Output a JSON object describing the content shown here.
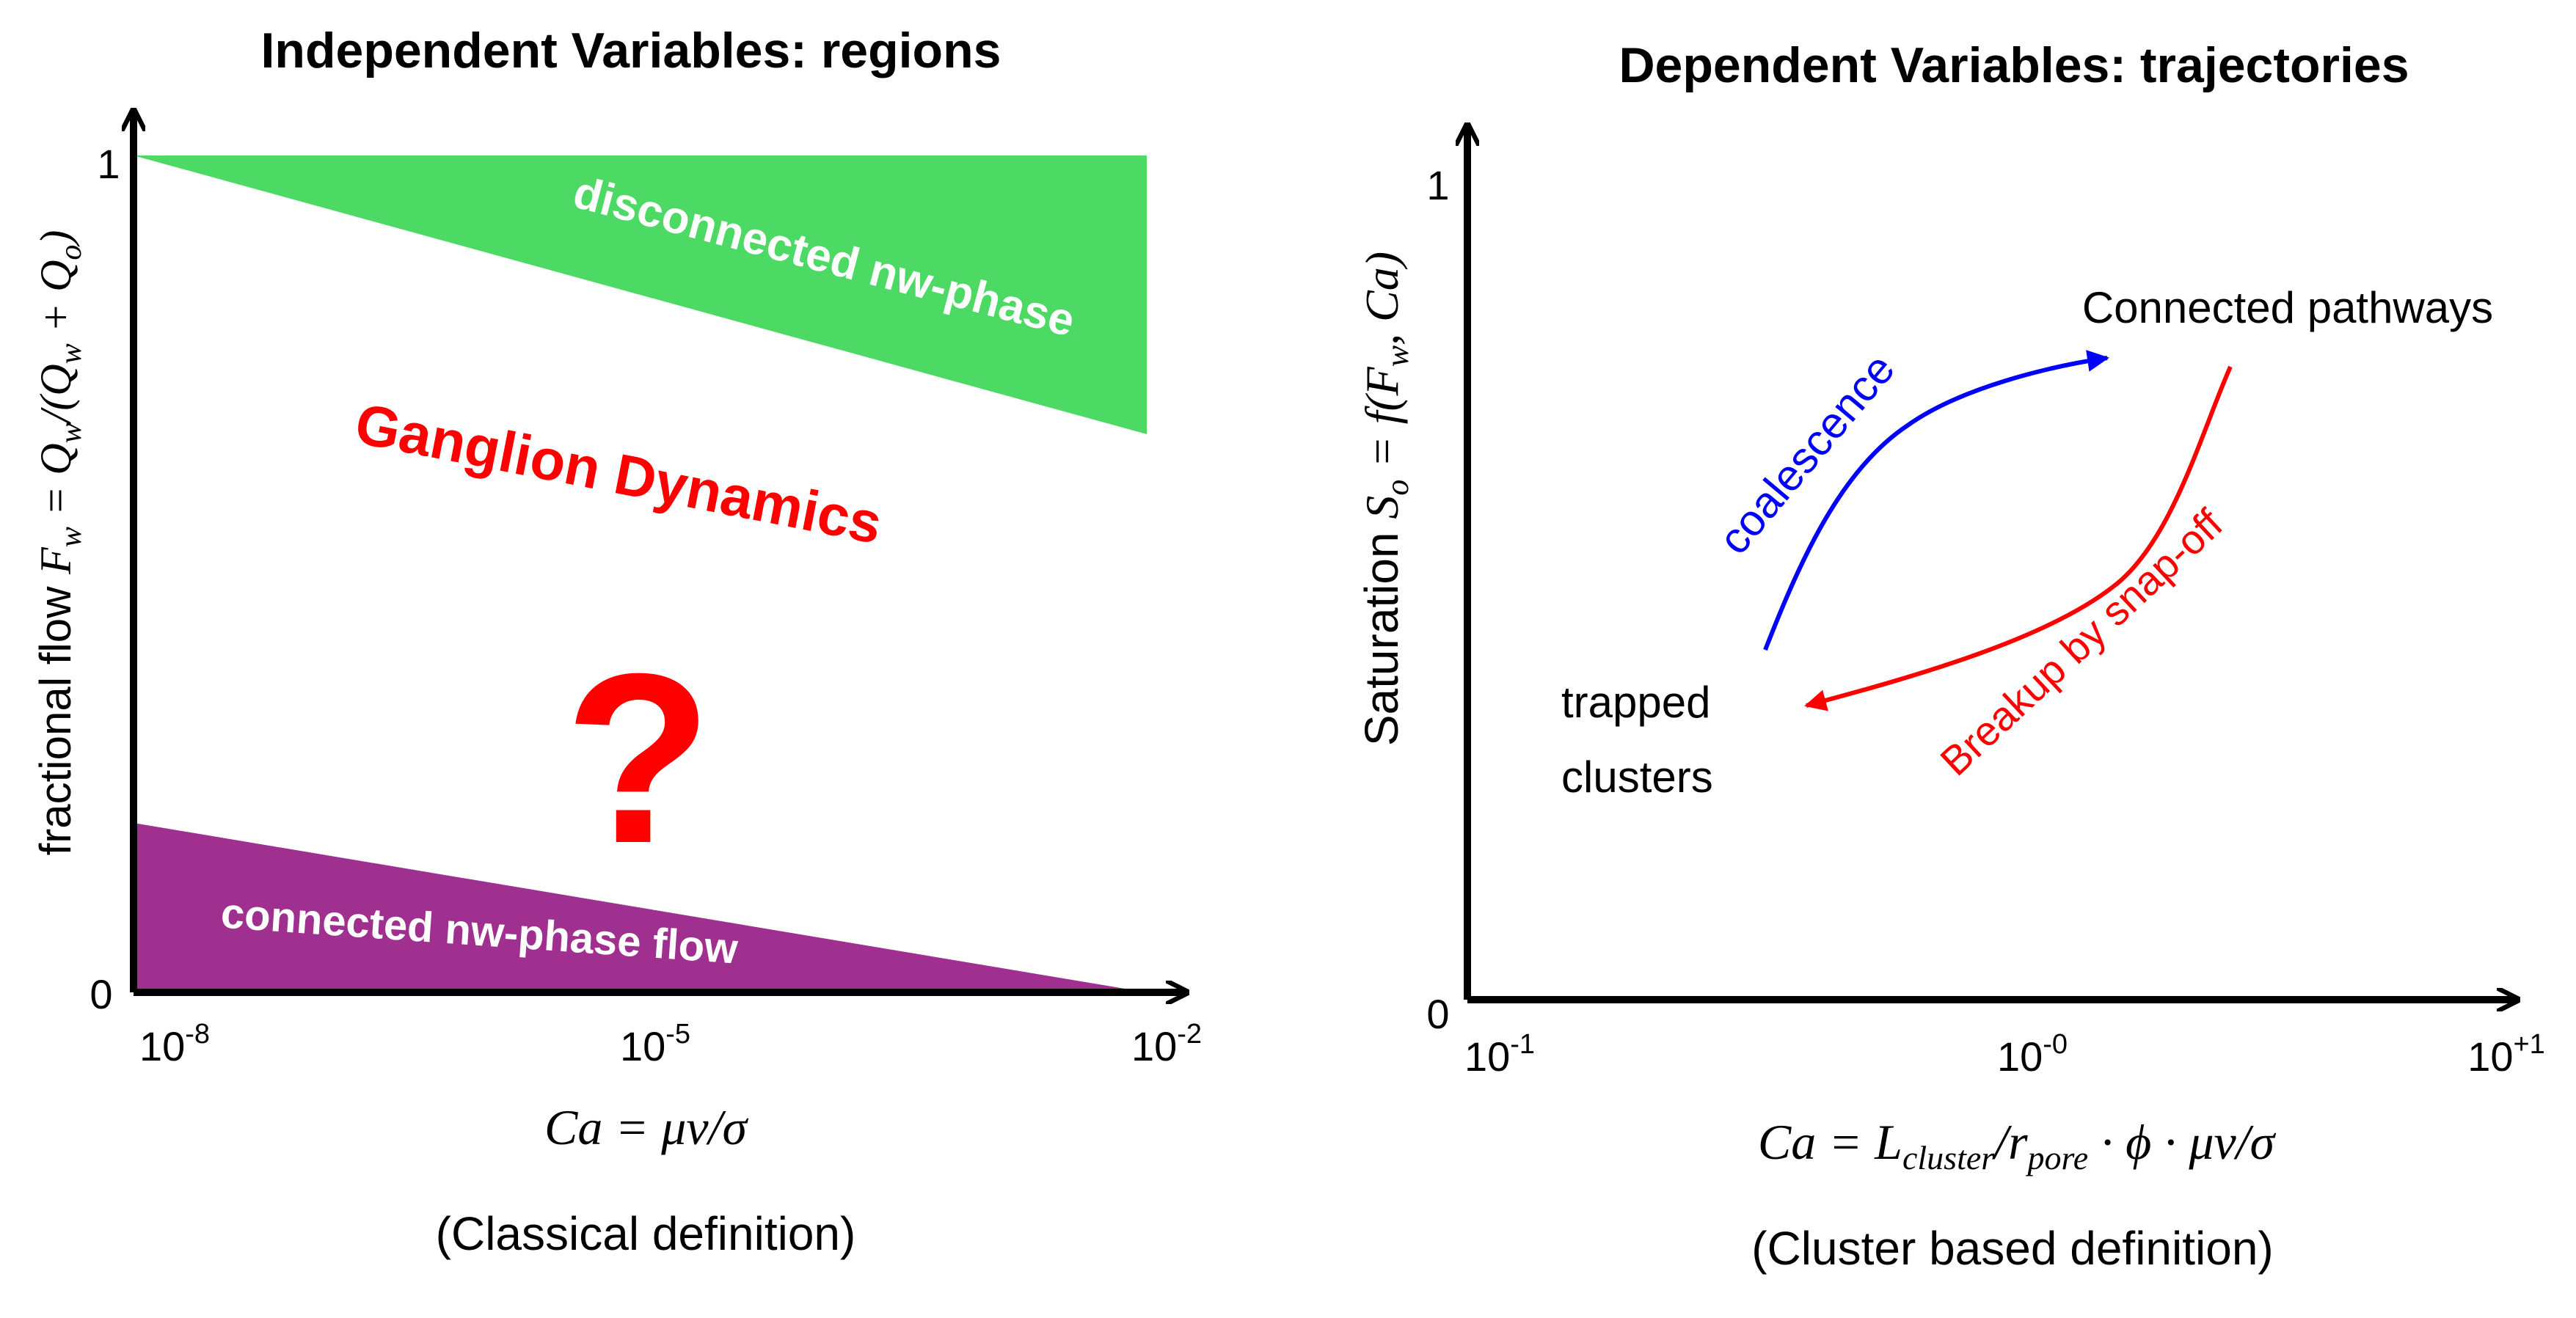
{
  "left": {
    "title": "Independent Variables: regions",
    "y_axis": {
      "prefix": "fractional flow ",
      "F": "F",
      "w": "w",
      "eq": " = Q",
      "slash": "/(Q",
      "plus": " + Q",
      "o": "o",
      "close": ")",
      "tick_top": "1",
      "tick_bottom": "0"
    },
    "x_ticks": [
      {
        "base": "10",
        "exp": "-8"
      },
      {
        "base": "10",
        "exp": "-5"
      },
      {
        "base": "10",
        "exp": "-2"
      }
    ],
    "x_axis_formula": {
      "ca": "Ca",
      "rest": " = μv/σ"
    },
    "definition": "(Classical definition)",
    "region_top_label": "disconnected nw-phase",
    "region_bottom_label": "connected nw-phase flow",
    "middle_label": "Ganglion Dynamics",
    "question": "?",
    "colors": {
      "green": "#4cd964",
      "purple": "#a0308f",
      "red": "#ff0000"
    }
  },
  "right": {
    "title": "Dependent Variables: trajectories",
    "y_axis": {
      "prefix": "Saturation ",
      "S": "S",
      "o": "o",
      "eq": " = f(F",
      "w": "w",
      "rest": ", Ca)",
      "tick_top": "1",
      "tick_bottom": "0"
    },
    "x_ticks": [
      {
        "base": "10",
        "exp": "-1"
      },
      {
        "base": "10",
        "exp": "-0"
      },
      {
        "base": "10",
        "exp": "+1"
      }
    ],
    "x_axis_formula": {
      "ca": "Ca = L",
      "cluster": "cluster",
      "slash": "/r",
      "pore": "pore",
      "rest": "  · ϕ  · μv/σ"
    },
    "definition": "(Cluster based definition)",
    "label_connected": "Connected pathways",
    "label_trapped_1": "trapped",
    "label_trapped_2": "clusters",
    "label_coalescence": "coalescence",
    "label_breakup": "Breakup by snap-off",
    "colors": {
      "blue": "#0000ff",
      "red": "#ff0000"
    }
  }
}
